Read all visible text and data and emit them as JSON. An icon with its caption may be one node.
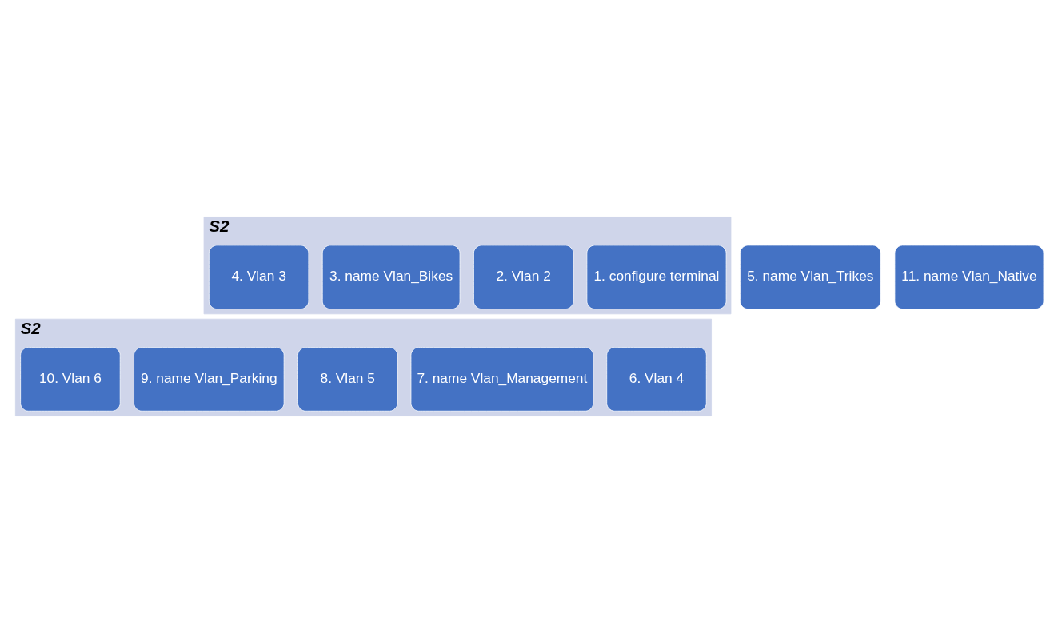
{
  "diagram": {
    "nodes": [
      {
        "text": [
          "S2"
        ]
      },
      {
        "text": [
          "1. configure terminal"
        ],
        "in": 0
      },
      {
        "text": [
          "2. Vlan 2"
        ],
        "in": 0
      },
      {
        "text": [
          "3. name Vlan_Bikes"
        ],
        "in": 0
      },
      {
        "text": [
          "4. Vlan 3"
        ],
        "in": 0
      },
      {
        "text": [
          "5. name Vlan_Trikes"
        ]
      },
      {
        "text": [
          "S2"
        ]
      },
      {
        "text": [
          "6. Vlan 4"
        ],
        "in": 6
      },
      {
        "text": [
          "7. name Vlan_Management"
        ],
        "in": 6
      },
      {
        "text": [
          "8. Vlan 5"
        ],
        "in": 6
      },
      {
        "text": [
          "9. name Vlan_Parking"
        ],
        "in": 6
      },
      {
        "text": [
          "10. Vlan 6"
        ],
        "in": 6
      },
      {
        "text": [
          "11. name Vlan_Native"
        ]
      }
    ],
    "edges": []
  }
}
